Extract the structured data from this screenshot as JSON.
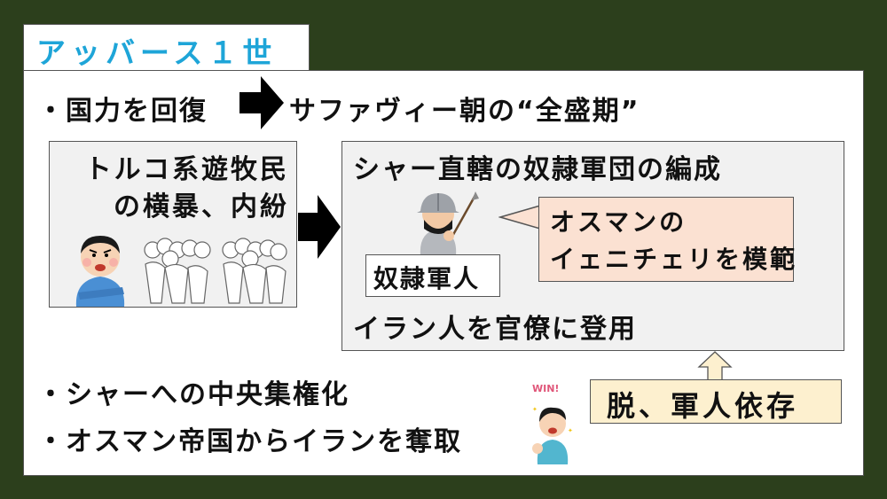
{
  "title": "アッバース１世",
  "colors": {
    "background": "#2c3f1c",
    "title_text": "#1ea5d8",
    "panel": "#ffffff",
    "box_gray": "#f1f1f1",
    "callout_pink": "#fbe1d2",
    "note_yellow": "#fdf0cf"
  },
  "bullets": {
    "first_left": "・国力を回復",
    "first_right": "サファヴィー朝の“全盛期”",
    "second": "・シャーへの中央集権化",
    "third": "・オスマン帝国からイランを奪取"
  },
  "left_box": {
    "line1": "トルコ系遊牧民",
    "line2": "の横暴、内紛",
    "icons": [
      "angry-man-icon",
      "crowd-fighting-icon"
    ]
  },
  "right_box": {
    "header": "シャー直轄の奴隷軍団の編成",
    "soldier_label": "奴隷軍人",
    "callout_line1": "オスマンの",
    "callout_line2": "イェニチェリを模範",
    "footer": "イラン人を官僚に登用",
    "icons": [
      "soldier-icon"
    ]
  },
  "note": {
    "text": "脱、軍人依存",
    "win_badge": "WIN!"
  }
}
